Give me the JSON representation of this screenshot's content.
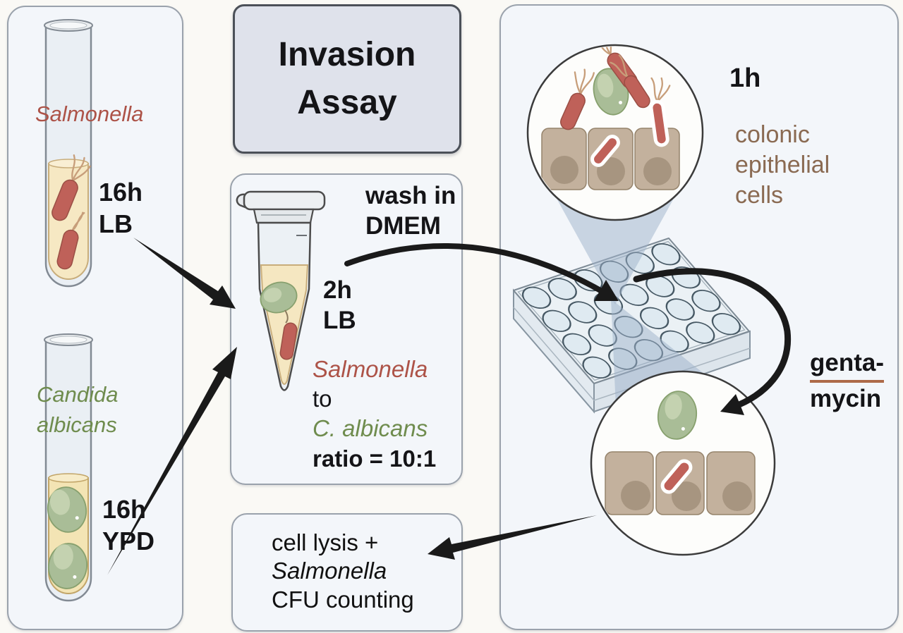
{
  "figure": {
    "title_line1": "Invasion",
    "title_line2": "Assay"
  },
  "left_panel": {
    "salmonella": {
      "species": "Salmonella",
      "condition": "16h\nLB"
    },
    "candida": {
      "species": "Candida\nalbicans",
      "condition": "16h\nYPD"
    }
  },
  "mixing_panel": {
    "wash": "wash in\nDMEM",
    "condition": "2h\nLB",
    "ratio": {
      "species1": "Salmonella",
      "connector": "to",
      "species2": "C. albicans",
      "ratio_text": "ratio = 10:1"
    }
  },
  "infection_panel": {
    "incubation_time": "1h",
    "cell_type": "colonic\nepithelial\ncells",
    "antibiotic_line1": "genta-",
    "antibiotic_line2": "mycin"
  },
  "result_box": {
    "line1": "cell lysis +",
    "line2": "Salmonella",
    "line3": "CFU counting"
  },
  "colors": {
    "panel_fill": "#f3f6fa",
    "panel_border": "#9aa2ac",
    "title_box_fill": "#dfe2eb",
    "salmonella_text": "#ad5348",
    "candida_text": "#6f8c4e",
    "epithelial_text": "#8a6a52",
    "gentamycin_underline": "#ad6a48",
    "bacteria_fill": "#bf6159",
    "yeast_fill": "#a9bd97",
    "epithelial_cell_fill": "#c3b19d",
    "culture_medium_fill": "#f6e8c3",
    "cone_fill": "#9db1c9",
    "arrow_color": "#1a1a1a"
  }
}
